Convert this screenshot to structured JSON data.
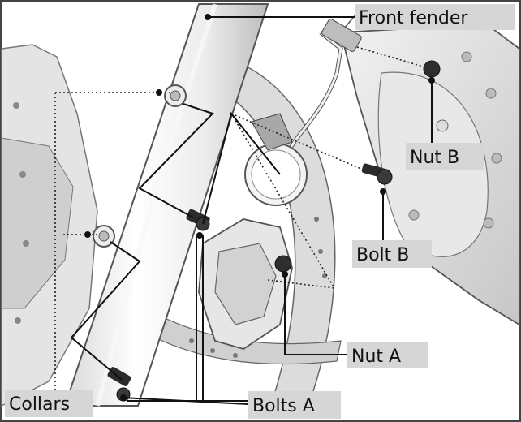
{
  "labels": {
    "front_fender": "Front fender",
    "nut_b": "Nut B",
    "bolt_b": "Bolt B",
    "nut_a": "Nut A",
    "collars": "Collars",
    "bolts_a": "Bolts A"
  },
  "colors": {
    "background": "#ffffff",
    "label_box": "#d6d6d6",
    "line": "#111111",
    "part_fill": "#efefef",
    "part_shade": "#c9c9c9",
    "part_dark": "#5a5a5a",
    "hardware": "#2b2b2b"
  },
  "icons": {
    "fork_tube": "fork-tube-illustration",
    "brake_disc": "brake-disc-illustration",
    "caliper": "brake-caliper-illustration",
    "fender": "front-fender-illustration"
  }
}
